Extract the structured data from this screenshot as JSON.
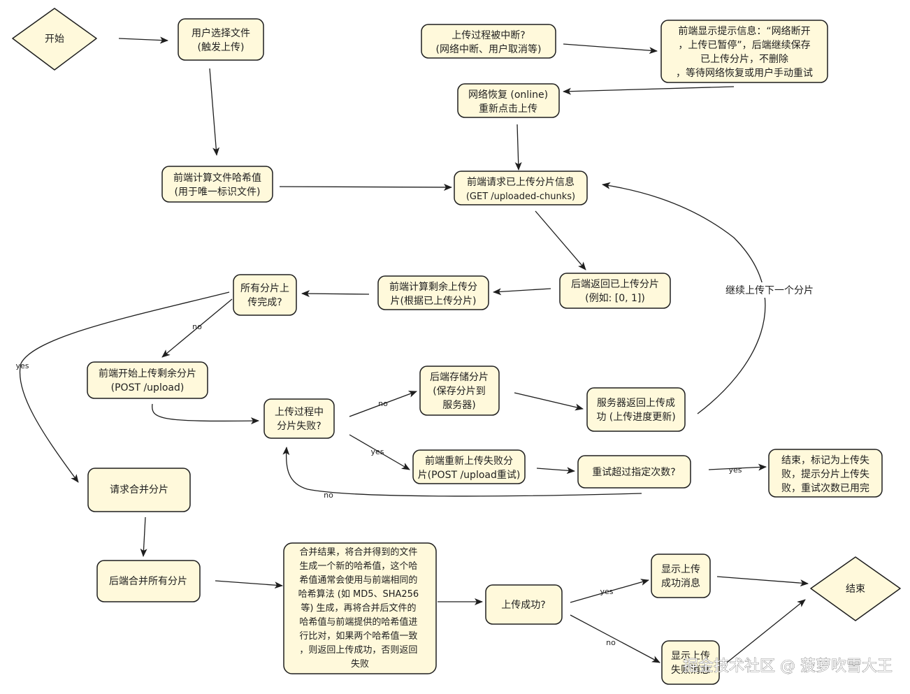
{
  "nodes": {
    "start": "开始",
    "select_file": [
      "用户选择文件",
      "(触发上传)"
    ],
    "calc_hash": [
      "前端计算文件哈希值",
      "(用于唯一标识文件)"
    ],
    "interrupted": [
      "上传过程被中断?",
      "(网络中断、用户取消等)"
    ],
    "show_msg": [
      "前端显示提示信息：“网络断开",
      "，上传已暂停”，后端继续保存",
      "已上传分片，不删除",
      "，等待网络恢复或用户手动重试"
    ],
    "network_restore": [
      "网络恢复 (online)",
      "重新点击上传"
    ],
    "request_info": [
      "前端请求已上传分片信息",
      "(GET /uploaded-chunks)"
    ],
    "backend_return": [
      "后端返回已上传分片",
      "(例如: [0, 1])"
    ],
    "calc_remaining": [
      "前端计算剩余上传分",
      "片(根据已上传分片)"
    ],
    "all_done": [
      "所有分片上",
      "传完成?"
    ],
    "start_upload": [
      "前端开始上传剩余分片",
      "(POST /upload)"
    ],
    "chunk_fail": [
      "上传过程中",
      "分片失败?"
    ],
    "backend_store": [
      "后端存储分片",
      "(保存分片到",
      "服务器)"
    ],
    "server_return": [
      "服务器返回上传成",
      "功 (上传进度更新)"
    ],
    "retry_upload": [
      "前端重新上传失败分",
      "片(POST /upload重试)"
    ],
    "retry_exceed": "重试超过指定次数?",
    "end_fail": [
      "结束，标记为上传失",
      "败，提示分片上传失",
      "败，重试次数已用完"
    ],
    "request_merge": "请求合并分片",
    "backend_merge": "后端合并所有分片",
    "merge_result": [
      "合并结果，将合并得到的文件",
      "生成一个新的哈希值，这个哈",
      "希值通常会使用与前端相同的",
      "哈希算法 (如 MD5、SHA256",
      "等) 生成，再将合并后文件的",
      "哈希值与前端提供的哈希值进",
      "行比对，如果两个哈希值一致",
      "，则返回上传成功，否则返回",
      "失败"
    ],
    "upload_success": "上传成功?",
    "show_success": [
      "显示上传",
      "成功消息"
    ],
    "show_fail": [
      "显示上传",
      "失败消息"
    ],
    "end": "结束"
  },
  "edge_labels": {
    "next_chunk": "继续上传下一个分片",
    "no": "no",
    "yes": "yes"
  },
  "watermark": "掘金技术社区 @ 菠萝吹雪大王",
  "colors": {
    "node_fill": "#fff9db",
    "stroke": "#1e1e1e",
    "background": "#ffffff"
  }
}
